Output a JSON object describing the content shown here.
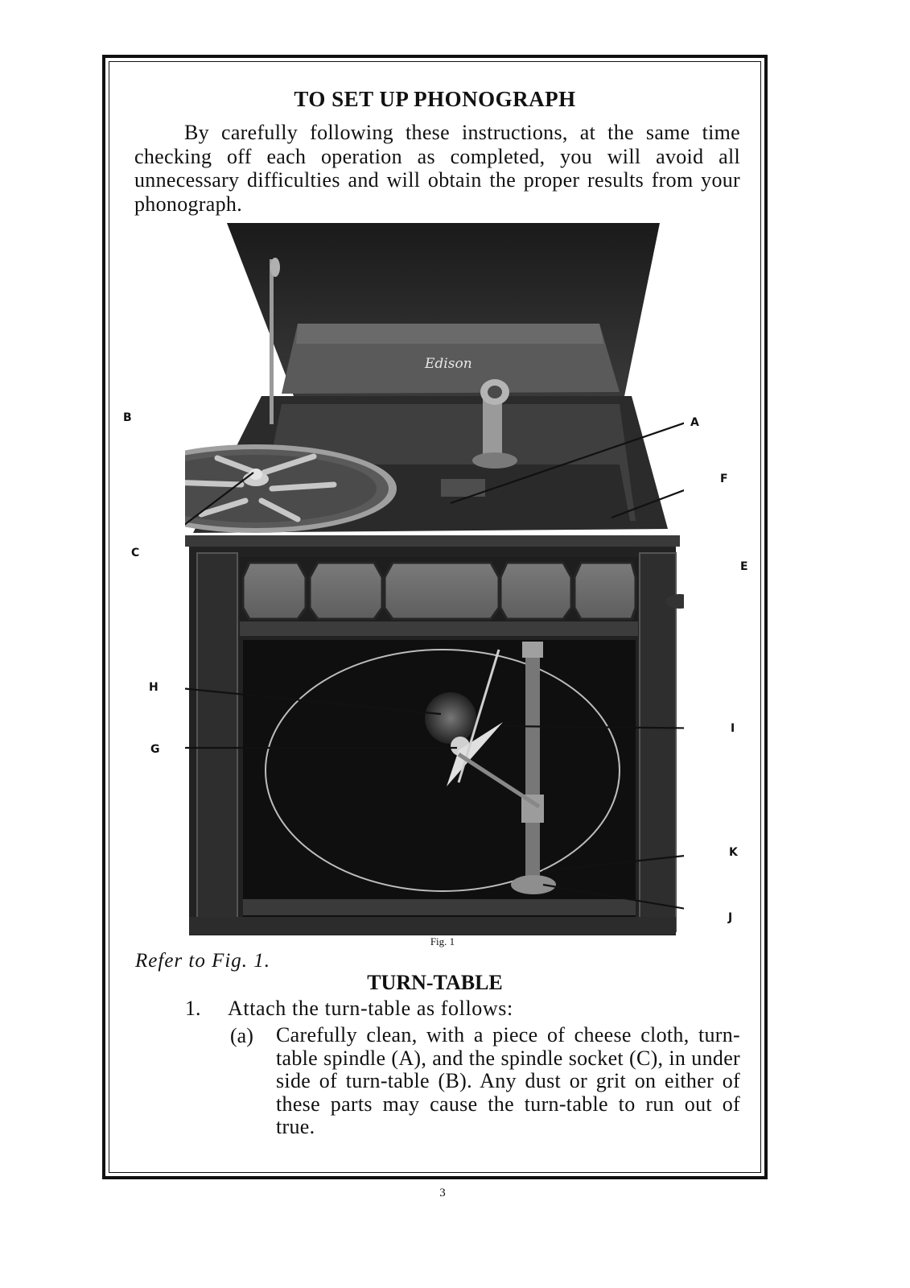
{
  "title": "TO SET UP PHONOGRAPH",
  "intro": "By carefully following these instructions, at the same time checking off each operation as completed, you will avoid all unnecessary difficulties and will obtain the proper results from your phonograph.",
  "figure": {
    "brand_logo": "Edison",
    "caption": "Fig. 1",
    "callouts": [
      "A",
      "B",
      "C",
      "E",
      "F",
      "G",
      "H",
      "I",
      "J",
      "K"
    ]
  },
  "refer_note": "Refer to Fig. 1.",
  "section_heading": "TURN-TABLE",
  "step": {
    "number": "1.",
    "text": "Attach the turn-table as follows:",
    "substep_label": "(a)",
    "substep_text": "Carefully clean, with a piece of cheese cloth, turn-table spindle (A), and the spindle socket (C), in under side of turn-table (B). Any dust or grit on either of these parts may cause the turn-table to run out of true."
  },
  "page_number": "3"
}
